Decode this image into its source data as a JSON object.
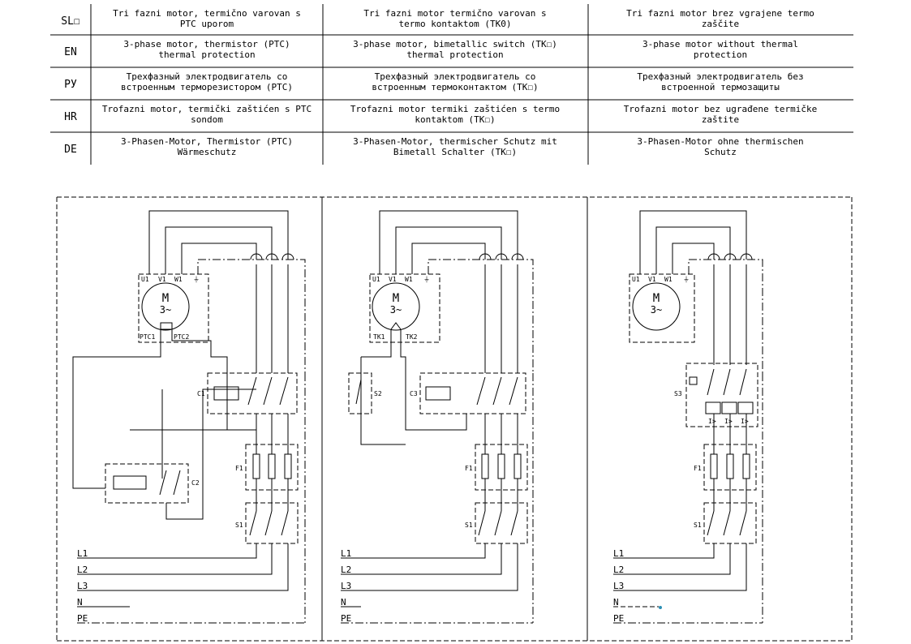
{
  "table": {
    "rows": [
      {
        "code": "SL☐",
        "c1": [
          "Tri fazni motor, termično varovan s",
          "PTC uporom"
        ],
        "c2": [
          "Tri fazni motor termično varovan s",
          "termo kontaktom (TK0)"
        ],
        "c3": [
          "Tri fazni motor brez vgrajene termo",
          "zaščite"
        ]
      },
      {
        "code": "EN",
        "c1": [
          "3-phase motor, thermistor (PTC)",
          "thermal protection"
        ],
        "c2": [
          "3-phase motor, bimetallic switch (TK☐)",
          "thermal protection"
        ],
        "c3": [
          "3-phase motor without thermal",
          "protection"
        ]
      },
      {
        "code": "РУ",
        "c1": [
          "Трехфазный электродвигатель со",
          "встроенным терморезистором (PTC)"
        ],
        "c2": [
          "Трехфазный электродвигатель со",
          "встроенным  термоконтактом (TK☐)"
        ],
        "c3": [
          "Трехфазный электродвигатель без",
          "встроенной термозащиты"
        ]
      },
      {
        "code": "HR",
        "c1": [
          "Trofazni motor, termički zaštićen s PTC",
          "sondom"
        ],
        "c2": [
          "Trofazni motor termiki zaštićen s termo",
          "kontaktom (TK☐)"
        ],
        "c3": [
          "Trofazni motor bez ugrađene termičke",
          "zaštite"
        ]
      },
      {
        "code": "DE",
        "c1": [
          "3-Phasen-Motor, Thermistor (PTC)",
          "Wärmeschutz"
        ],
        "c2": [
          "3-Phasen-Motor, thermischer Schutz mit",
          "Bimetall Schalter (TK☐)"
        ],
        "c3": [
          "3-Phasen-Motor ohne thermischen",
          "Schutz"
        ]
      }
    ]
  },
  "diagram": {
    "motor": {
      "letter": "M",
      "phase": "3~"
    },
    "terminals": {
      "u": "U1",
      "v": "V1",
      "w": "W1"
    },
    "lines": [
      "L1",
      "L2",
      "L3",
      "N",
      "PE"
    ],
    "labels": {
      "c1": "C1",
      "c2": "C2",
      "c3": "C3",
      "f1": "F1",
      "s1": "S1",
      "s2": "S2",
      "s3": "S3",
      "ptc1": "PTC1",
      "ptc2": "PTC2",
      "tk1": "TK1",
      "tk2": "TK2"
    }
  }
}
